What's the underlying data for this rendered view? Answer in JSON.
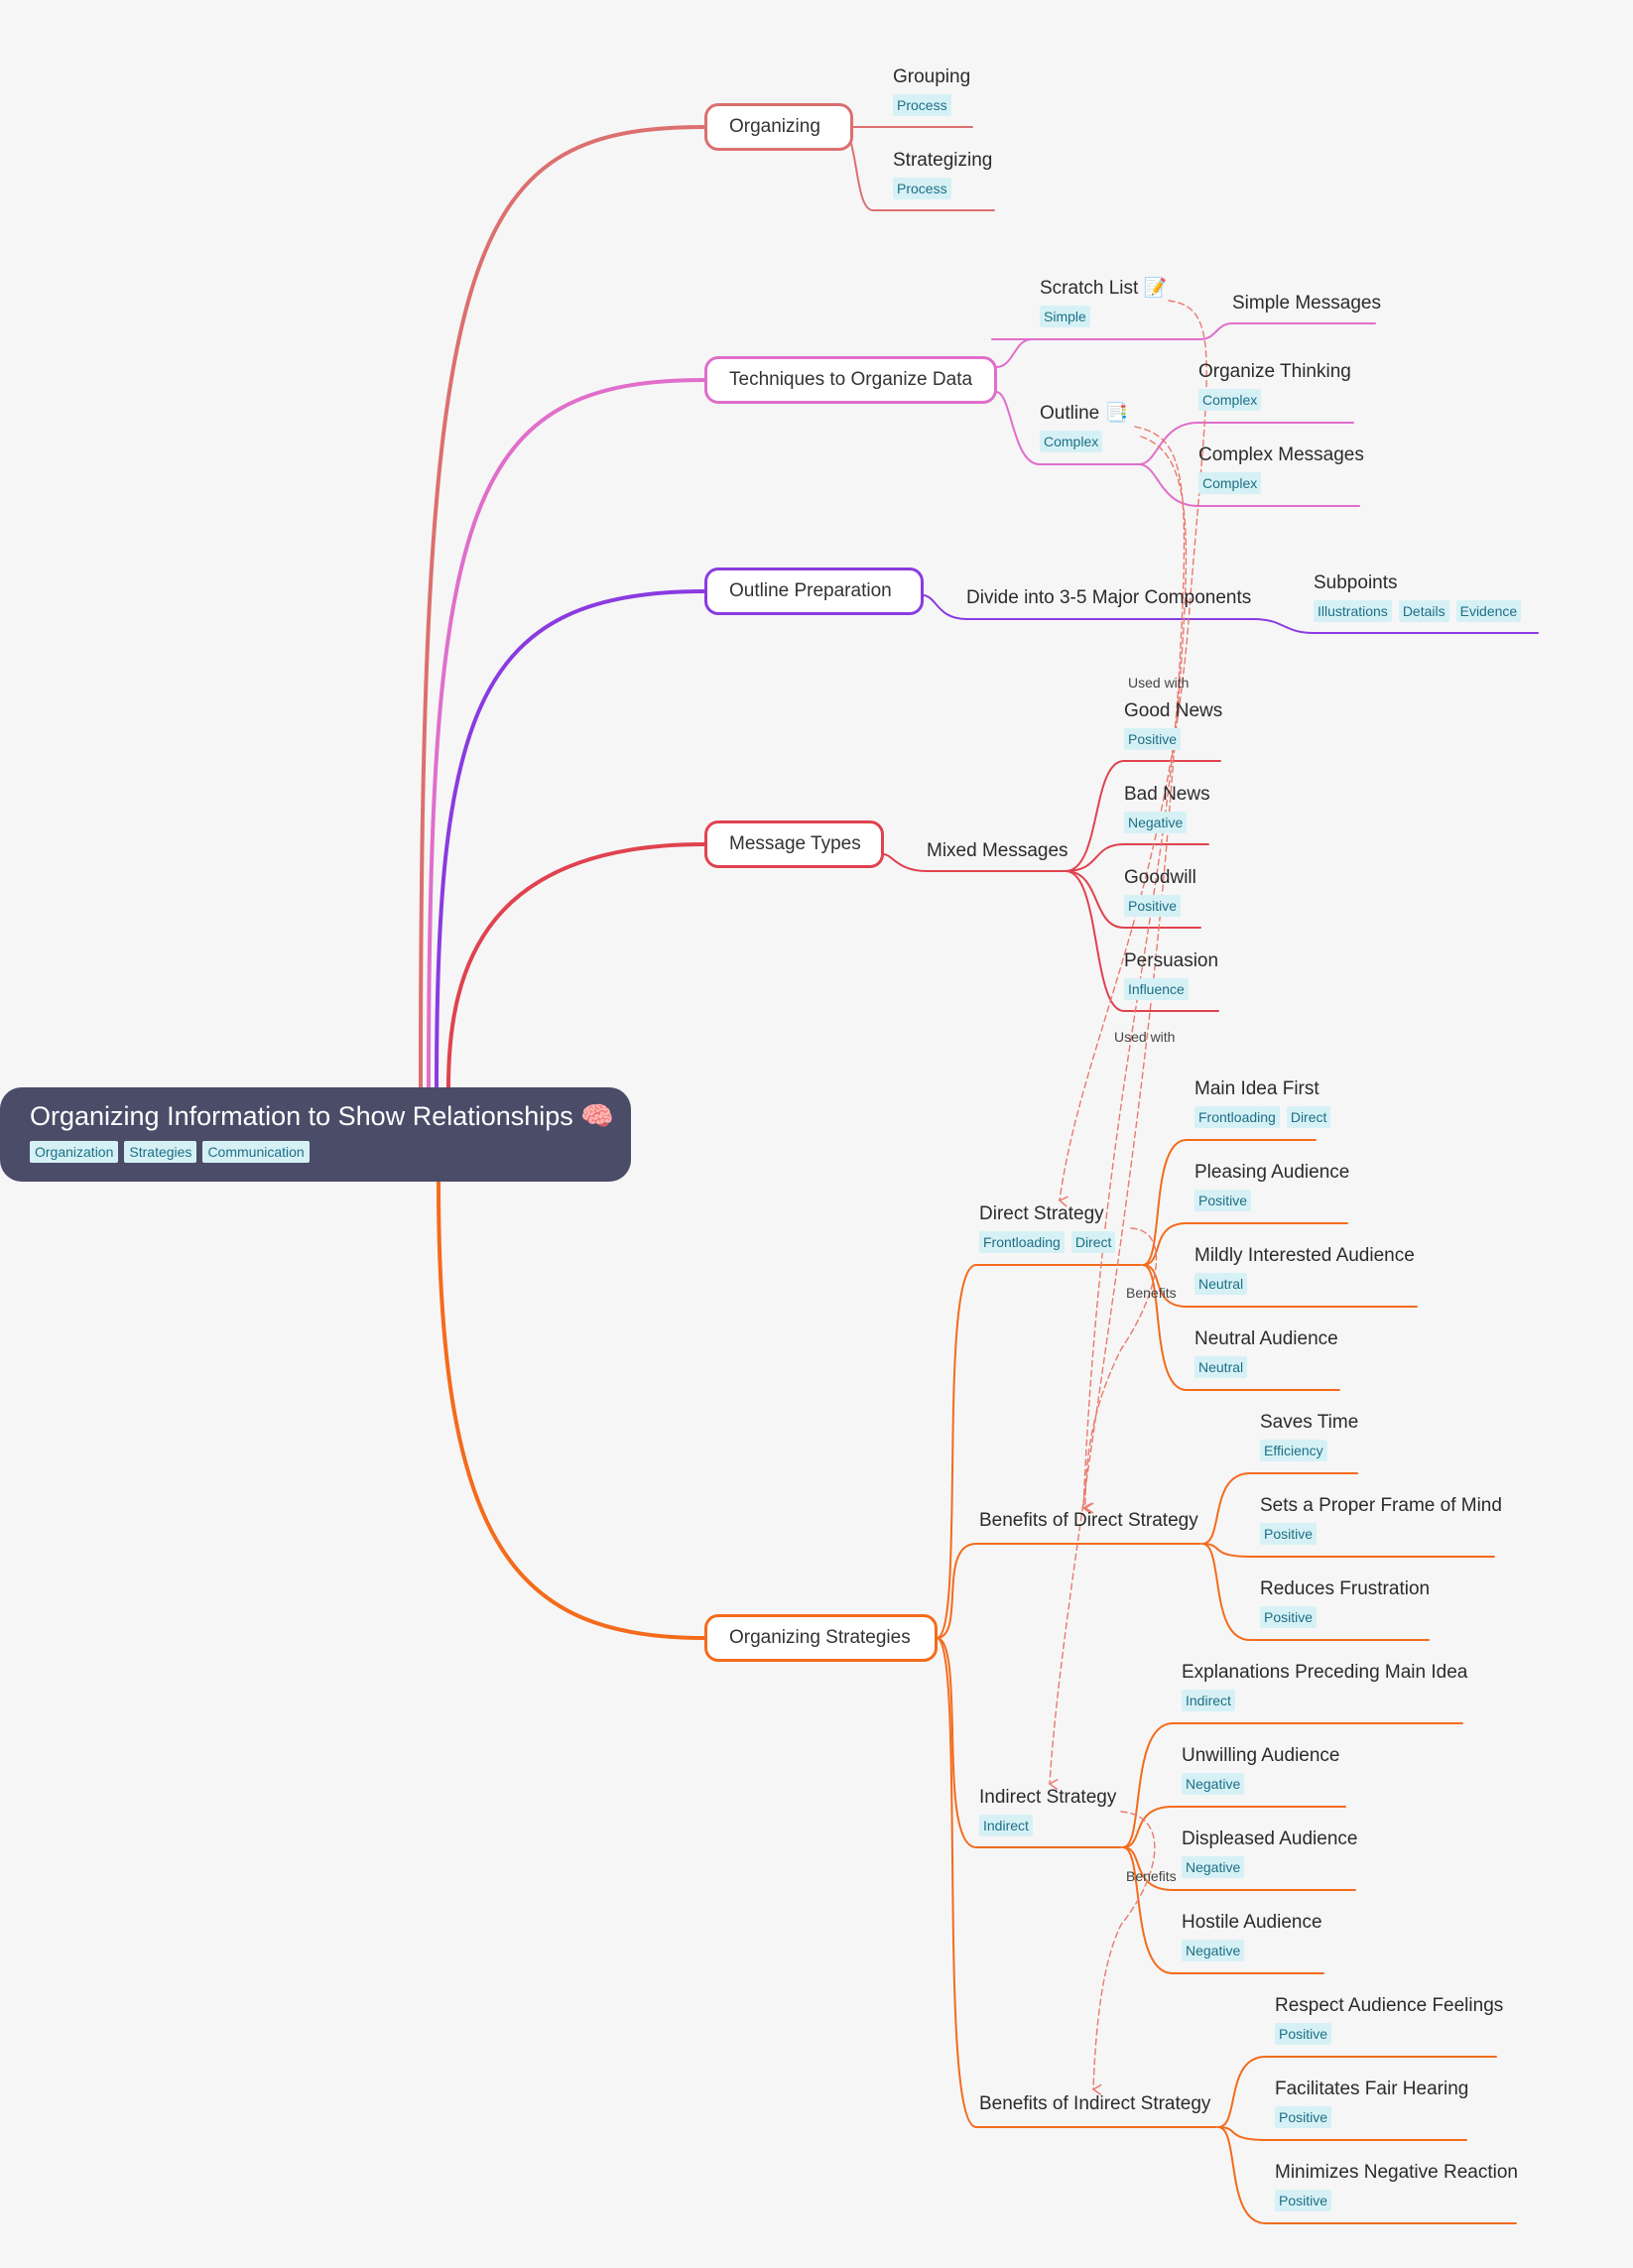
{
  "root": {
    "title": "Organizing Information to Show Relationships 🧠",
    "tags": [
      "Organization",
      "Strategies",
      "Communication"
    ]
  },
  "colors": {
    "organizing": "#dc6f6f",
    "techniques": "#e06ecb",
    "outline": "#8a3be0",
    "messages": "#e0424f",
    "strategies": "#f46b1c",
    "relation": "#e87a6e"
  },
  "branches": {
    "organizing": {
      "label": "Organizing",
      "children": [
        {
          "label": "Grouping",
          "tags": [
            "Process"
          ]
        },
        {
          "label": "Strategizing",
          "tags": [
            "Process"
          ]
        }
      ]
    },
    "techniques": {
      "label": "Techniques to Organize Data",
      "scratch": {
        "label": "Scratch List 📝",
        "tags": [
          "Simple"
        ]
      },
      "simple_messages": {
        "label": "Simple Messages"
      },
      "outline": {
        "label": "Outline 📑",
        "tags": [
          "Complex"
        ]
      },
      "organize_thinking": {
        "label": "Organize Thinking",
        "tags": [
          "Complex"
        ]
      },
      "complex_messages": {
        "label": "Complex Messages",
        "tags": [
          "Complex"
        ]
      }
    },
    "outline_prep": {
      "label": "Outline Preparation",
      "divide": {
        "label": "Divide into 3-5 Major Components"
      },
      "subpoints": {
        "label": "Subpoints",
        "tags": [
          "Illustrations",
          "Details",
          "Evidence"
        ]
      }
    },
    "message_types": {
      "label": "Message Types",
      "mixed": {
        "label": "Mixed Messages"
      },
      "children": [
        {
          "label": "Good News",
          "tags": [
            "Positive"
          ]
        },
        {
          "label": "Bad News",
          "tags": [
            "Negative"
          ]
        },
        {
          "label": "Goodwill",
          "tags": [
            "Positive"
          ]
        },
        {
          "label": "Persuasion",
          "tags": [
            "Influence"
          ]
        }
      ]
    },
    "strategies": {
      "label": "Organizing Strategies",
      "direct": {
        "label": "Direct Strategy",
        "tags": [
          "Frontloading",
          "Direct"
        ],
        "children": [
          {
            "label": "Main Idea First",
            "tags": [
              "Frontloading",
              "Direct"
            ]
          },
          {
            "label": "Pleasing Audience",
            "tags": [
              "Positive"
            ]
          },
          {
            "label": "Mildly Interested Audience",
            "tags": [
              "Neutral"
            ]
          },
          {
            "label": "Neutral Audience",
            "tags": [
              "Neutral"
            ]
          }
        ]
      },
      "benefits_direct": {
        "label": "Benefits of Direct Strategy",
        "children": [
          {
            "label": "Saves Time",
            "tags": [
              "Efficiency"
            ]
          },
          {
            "label": "Sets a Proper Frame of Mind",
            "tags": [
              "Positive"
            ]
          },
          {
            "label": "Reduces Frustration",
            "tags": [
              "Positive"
            ]
          }
        ]
      },
      "indirect": {
        "label": "Indirect Strategy",
        "tags": [
          "Indirect"
        ],
        "children": [
          {
            "label": "Explanations Preceding Main Idea",
            "tags": [
              "Indirect"
            ]
          },
          {
            "label": "Unwilling Audience",
            "tags": [
              "Negative"
            ]
          },
          {
            "label": "Displeased Audience",
            "tags": [
              "Negative"
            ]
          },
          {
            "label": "Hostile Audience",
            "tags": [
              "Negative"
            ]
          }
        ]
      },
      "benefits_indirect": {
        "label": "Benefits of Indirect Strategy",
        "children": [
          {
            "label": "Respect Audience Feelings",
            "tags": [
              "Positive"
            ]
          },
          {
            "label": "Facilitates Fair Hearing",
            "tags": [
              "Positive"
            ]
          },
          {
            "label": "Minimizes Negative Reaction",
            "tags": [
              "Positive"
            ]
          }
        ]
      }
    }
  },
  "relations": {
    "used_with_1": "Used with",
    "used_with_2": "Used with",
    "benefits_1": "Benefits",
    "benefits_2": "Benefits"
  }
}
